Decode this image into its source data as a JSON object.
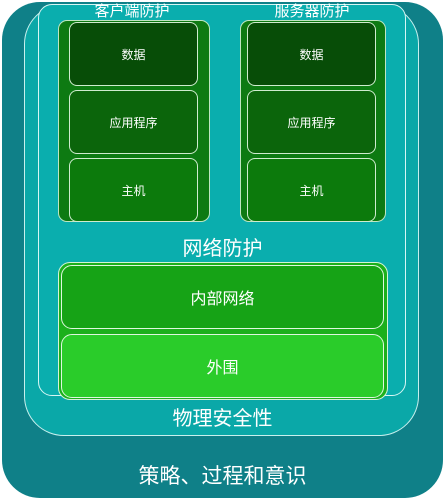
{
  "layers": {
    "policy_label": "策略、过程和意识",
    "physical_label": "物理安全性",
    "network_label": "网络防护"
  },
  "client": {
    "title": "客户端防护",
    "items": [
      "数据",
      "应用程序",
      "主机"
    ]
  },
  "server": {
    "title": "服务器防护",
    "items": [
      "数据",
      "应用程序",
      "主机"
    ]
  },
  "network_items": [
    "内部网络",
    "外围"
  ],
  "colors": {
    "policy_layer": "#0f8088",
    "physical_layer": "#0aa8a8",
    "network_layer": "#0aaeae",
    "data_box": "#074d07",
    "app_box": "#0b650b",
    "host_box": "#0c7a0c",
    "inner_network": "#16a316",
    "perimeter": "#2acc2a"
  }
}
